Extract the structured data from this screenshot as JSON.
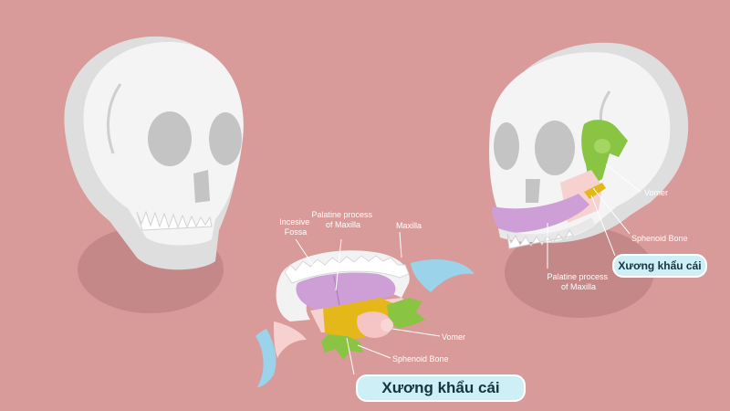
{
  "labels": {
    "incisive_fossa": [
      "Incesive",
      "Fossa"
    ],
    "palatine_process": [
      "Palatine process",
      "of Maxilla"
    ],
    "maxilla": "Maxilla",
    "vomer": "Vomer",
    "sphenoid": "Sphenoid Bone"
  },
  "side_labels": {
    "vomer": "Vomer",
    "sphenoid": "Sphenoid Bone",
    "palatine_process": [
      "Palatine process",
      "of Maxilla"
    ]
  },
  "badges": {
    "main": "Xương khẩu cái",
    "side": "Xương khẩu cái"
  },
  "colors": {
    "background": "#d99a9a",
    "bone": "#f2f2f2",
    "socket": "#c4c4c4",
    "palatine": "#cd9fd6",
    "maxilla": "#f7d0d0",
    "zygomatic": "#9ad3ea",
    "sphenoid": "#89c442",
    "vomer": "#f5c5c5",
    "palatine_bone": "#e5b81a",
    "badge": "#cfeff6"
  }
}
